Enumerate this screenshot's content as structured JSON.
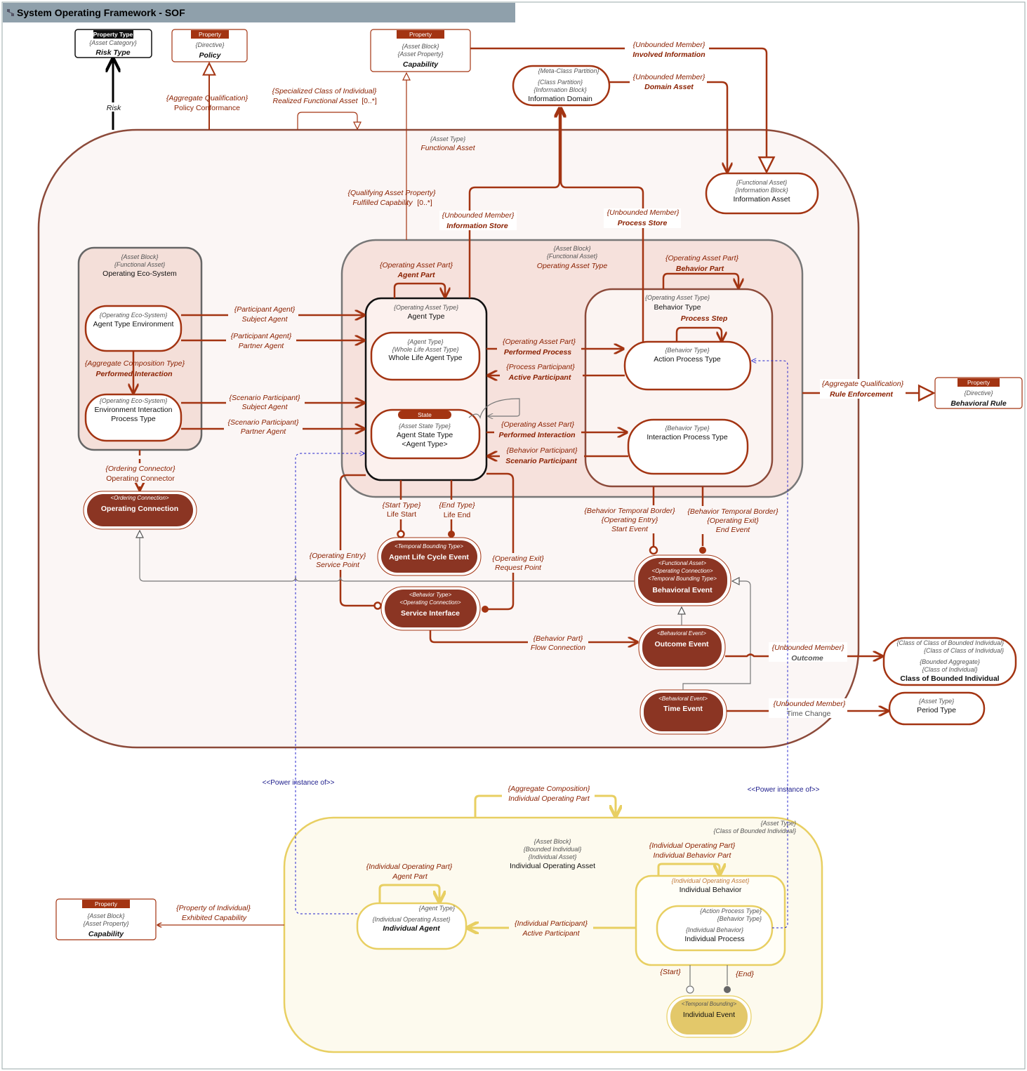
{
  "title": "System Operating Framework - SOF",
  "nodes": {
    "risk_type": {
      "badge": "Property Type",
      "stereo": "{Asset Category}",
      "name": "Risk Type"
    },
    "policy": {
      "badge": "Property",
      "stereo": "{Directive}",
      "name": "Policy"
    },
    "capability_top": {
      "badge": "Property",
      "stereo1": "{Asset Block}",
      "stereo2": "{Asset Property}",
      "name": "Capability"
    },
    "information_domain": {
      "stereo1": "{Meta-Class Partition}",
      "stereo2": "{Class Partition}",
      "stereo3": "{Information Block}",
      "name": "Information Domain"
    },
    "information_asset": {
      "stereo1": "{Functional Asset}",
      "stereo2": "{Information Block}",
      "name": "Information Asset"
    },
    "functional_asset": {
      "stereo": "{Asset Type}",
      "name": "Functional Asset"
    },
    "operating_eco_system": {
      "stereo1": "{Asset Block}",
      "stereo2": "{Functional Asset}",
      "name": "Operating Eco-System"
    },
    "agent_type_environment": {
      "stereo": "{Operating Eco-System}",
      "name": "Agent Type Environment"
    },
    "environment_interaction": {
      "stereo": "{Operating Eco-System}",
      "name1": "Environment Interaction",
      "name2": "Process Type"
    },
    "operating_asset_type": {
      "stereo1": "{Asset Block}",
      "stereo2": "{Functional Asset}",
      "name": "Operating Asset Type"
    },
    "agent_type": {
      "stereo": "{Operating Asset Type}",
      "name": "Agent Type"
    },
    "whole_life_agent_type": {
      "stereo1": "{Agent Type}",
      "stereo2": "{Whole Life Asset Type}",
      "name": "Whole Life Agent Type"
    },
    "agent_state_type": {
      "badge": "State",
      "stereo": "{Asset State Type}",
      "name1": "Agent State Type",
      "name2": "<Agent Type>"
    },
    "behavior_type": {
      "stereo": "{Operating Asset Type}",
      "name": "Behavior Type"
    },
    "action_process_type": {
      "stereo": "{Behavior Type}",
      "name": "Action Process Type"
    },
    "interaction_process_type": {
      "stereo": "{Behavior Type}",
      "name": "Interaction Process Type"
    },
    "behavioral_rule": {
      "badge": "Property",
      "stereo": "{Directive}",
      "name": "Behavioral Rule"
    },
    "operating_connection": {
      "stereo": "<Ordering Connection>",
      "name": "Operating Connection"
    },
    "agent_life_cycle_event": {
      "stereo": "<Temporal Bounding Type>",
      "name": "Agent Life Cycle Event"
    },
    "service_interface": {
      "stereo1": "<Behavior Type>",
      "stereo2": "<Operating Connection>",
      "name": "Service Interface"
    },
    "behavioral_event": {
      "stereo1": "<Functional Asset>",
      "stereo2": "<Operating Connection>",
      "stereo3": "<Temporal Bounding Type>",
      "name": "Behavioral Event"
    },
    "outcome_event": {
      "stereo": "<Behavioral Event>",
      "name": "Outcome Event"
    },
    "time_event": {
      "stereo": "<Behavioral Event>",
      "name": "Time Event"
    },
    "class_of_bounded_individual": {
      "stereo1": "{Class of Class of Bounded Individual}",
      "stereo2": "{Class of Class of Individual}",
      "stereo3": "{Bounded Aggregate}",
      "stereo4": "{Class of Individual}",
      "name": "Class of Bounded Individual"
    },
    "period_type": {
      "stereo": "{Asset Type}",
      "name": "Period Type"
    },
    "capability_bottom": {
      "badge": "Property",
      "stereo1": "{Asset Block}",
      "stereo2": "{Asset Property}",
      "name": "Capability"
    },
    "individual_operating_asset": {
      "stereo1": "{Asset Block}",
      "stereo2": "{Bounded Individual}",
      "stereo3": "{Individual Asset}",
      "name": "Individual Operating Asset"
    },
    "individual_container": {
      "stereo1": "{Asset Type}",
      "stereo2": "{Class of Bounded Individual}"
    },
    "individual_agent": {
      "stereo1": "{Agent Type}",
      "stereo2": "{Individual Operating Asset}",
      "name": "Individual Agent"
    },
    "individual_behavior": {
      "stereo": "{Individual Operating Asset}",
      "name": "Individual Behavior"
    },
    "individual_process": {
      "stereo1": "{Action Process Type}",
      "stereo2": "{Behavior Type}",
      "stereo3": "{Individual Behavior}",
      "name": "Individual Process"
    },
    "individual_event": {
      "stereo": "<Temporal Bounding>",
      "name": "Individual Event"
    }
  },
  "relations": {
    "risk": "Risk",
    "policy_conformance": {
      "stereo": "{Aggregate Qualification}",
      "name": "Policy Conformance"
    },
    "realized_functional_asset": {
      "stereo": "{Specialized Class of Individual}",
      "name": "Realized Functional Asset",
      "mult": "[0..*]"
    },
    "involved_information": {
      "stereo": "{Unbounded Member}",
      "name": "Involved Information"
    },
    "domain_asset": {
      "stereo": "{Unbounded Member}",
      "name": "Domain Asset"
    },
    "fulfilled_capability": {
      "stereo": "{Qualifying Asset Property}",
      "name": "Fulfilled Capability",
      "mult": "[0..*]"
    },
    "information_store": {
      "stereo": "{Unbounded Member}",
      "name": "Information Store"
    },
    "process_store": {
      "stereo": "{Unbounded Member}",
      "name": "Process Store"
    },
    "agent_part": {
      "stereo": "{Operating Asset Part}",
      "name": "Agent Part"
    },
    "behavior_part": {
      "stereo": "{Operating Asset Part}",
      "name": "Behavior Part"
    },
    "process_step": "Process Step",
    "subject_agent": {
      "stereo": "{Participant Agent}",
      "name": "Subject Agent"
    },
    "partner_agent": {
      "stereo": "{Participant Agent}",
      "name": "Partner Agent"
    },
    "performed_interaction_left": {
      "stereo": "{Aggregate Composition Type}",
      "name": "Performed Interaction"
    },
    "scenario_subject_agent": {
      "stereo": "{Scenario Participant}",
      "name": "Subject Agent"
    },
    "scenario_partner_agent": {
      "stereo": "{Scenario Participant}",
      "name": "Partner Agent"
    },
    "performed_process": {
      "stereo": "{Operating Asset Part}",
      "name": "Performed Process"
    },
    "active_participant": {
      "stereo": "{Process Participant}",
      "name": "Active Participant"
    },
    "performed_interaction_right": {
      "stereo": "{Operating Asset Part}",
      "name": "Performed Interaction"
    },
    "scenario_participant": {
      "stereo": "{Behavior Participant}",
      "name": "Scenario Participant"
    },
    "rule_enforcement": {
      "stereo": "{Aggregate Qualification}",
      "name": "Rule Enforcement"
    },
    "operating_connector": {
      "stereo": "{Ordering Connector}",
      "name": "Operating Connector"
    },
    "life_start": {
      "stereo": "{Start Type}",
      "name": "Life Start"
    },
    "life_end": {
      "stereo": "{End Type}",
      "name": "Life End"
    },
    "start_event": {
      "stereo1": "{Behavior Temporal Border}",
      "stereo2": "{Operating Entry}",
      "name": "Start Event"
    },
    "end_event": {
      "stereo1": "{Behavior Temporal Border}",
      "stereo2": "{Operating Exit}",
      "name": "End Event"
    },
    "service_point": {
      "stereo": "{Operating Entry}",
      "name": "Service Point"
    },
    "request_point": {
      "stereo": "{Operating Exit}",
      "name": "Request Point"
    },
    "flow_connection": {
      "stereo": "{Behavior Part}",
      "name": "Flow Connection"
    },
    "outcome": {
      "stereo": "{Unbounded Member}",
      "name": "Outcome"
    },
    "time_change": {
      "stereo": "{Unbounded Member}",
      "name": "Time Change"
    },
    "power_instance_left": "<<Power instance of>>",
    "power_instance_right": "<<Power instance of>>",
    "individual_operating_part": {
      "stereo": "{Aggregate Composition}",
      "name": "Individual Operating Part"
    },
    "individual_agent_part": {
      "stereo": "{Individual Operating Part}",
      "name": "Agent Part"
    },
    "individual_behavior_part": {
      "stereo": "{Individual Operating Part}",
      "name": "Individual Behavior Part"
    },
    "exhibited_capability": {
      "stereo": "{Property of Individual}",
      "name": "Exhibited Capability"
    },
    "individual_active_participant": {
      "stereo": "{Individual Participant}",
      "name": "Active Participant"
    },
    "start": "{Start}",
    "end": "{End}"
  },
  "colors": {
    "rust": "#a33412",
    "rust_fill": "#8b3523",
    "pink_outer": "#fbf6f5",
    "pink_inner": "#f6e1dc",
    "gold": "#e8cf62",
    "gold_fill": "#fdfaee",
    "blue_dashed": "#2222cc"
  }
}
